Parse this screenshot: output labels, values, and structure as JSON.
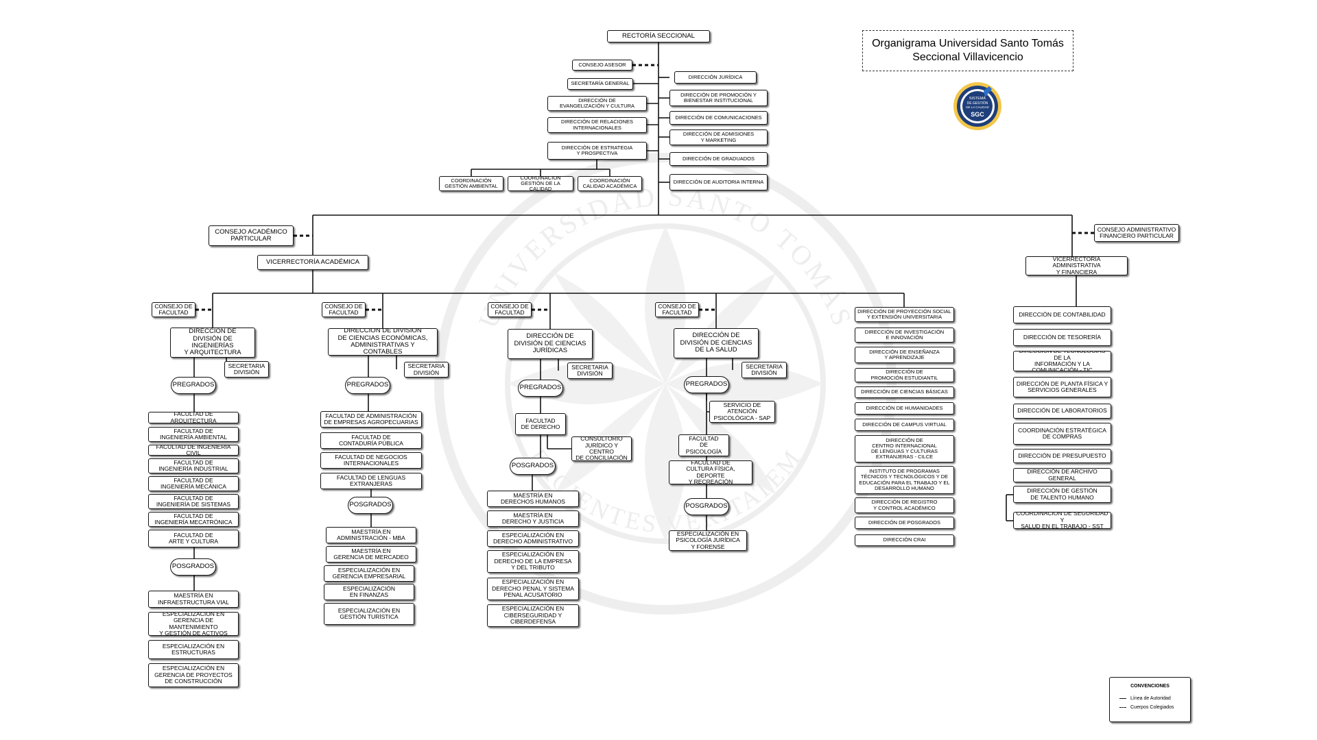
{
  "title": {
    "line1": "Organigrama Universidad Santo Tomás",
    "line2": "Seccional Villavicencio"
  },
  "seal": {
    "line1": "SISTEMA",
    "line2": "DE GESTIÓN",
    "line3": "DE LA CALIDAD",
    "acronym": "SGC",
    "color": "#1f3f7a"
  },
  "watermark": {
    "top_text": "UNIVERSIDAD SANTO TOMÁS",
    "bottom_text": "FACIENTES VERITATEM"
  },
  "legend": {
    "title": "CONVENCIONES",
    "authority": "Línea de Autoridad",
    "collegiate": "Cuerpos Colegiados"
  },
  "boxes": [
    {
      "id": "rectoria",
      "text": "RECTORÍA SECCIONAL",
      "icon": ""
    },
    {
      "id": "consejo-asesor",
      "text": "CONSEJO ASESOR"
    },
    {
      "id": "secretaria-general",
      "text": "SECRETARÍA GENERAL"
    },
    {
      "id": "dir-evangelizacion",
      "text": "DIRECCIÓN DE\nEVANGELIZACIÓN Y CULTURA"
    },
    {
      "id": "dir-relaciones",
      "text": "DIRECCIÓN DE RELACIONES\nINTERNACIONALES"
    },
    {
      "id": "dir-estrategia",
      "text": "DIRECCIÓN DE ESTRATEGIA\nY PROSPECTIVA"
    },
    {
      "id": "coord-ambiental",
      "text": "COORDINACIÓN\nGESTIÓN AMBIENTAL"
    },
    {
      "id": "coord-gestion-calidad",
      "text": "COORDINACIÓN\nGESTIÓN DE LA CALIDAD"
    },
    {
      "id": "coord-calidad-academica",
      "text": "COORDINACIÓN\nCALIDAD ACADÉMICA"
    },
    {
      "id": "dir-juridica",
      "text": "DIRECCIÓN JURÍDICA"
    },
    {
      "id": "dir-promocion-bienestar",
      "text": "DIRECCIÓN DE PROMOCIÓN Y\nBIENESTAR INSTITUCIONAL"
    },
    {
      "id": "dir-comunicaciones",
      "text": "DIRECCIÓN  DE COMUNICACIONES"
    },
    {
      "id": "dir-admisiones",
      "text": "DIRECCIÓN DE ADMISIONES\nY MARKETING"
    },
    {
      "id": "dir-graduados",
      "text": "DIRECCIÓN DE GRADUADOS"
    },
    {
      "id": "dir-auditoria",
      "text": "DIRECCIÓN DE AUDITORIA INTERNA"
    },
    {
      "id": "consejo-academico",
      "text": "CONSEJO ACADÉMICO\nPARTICULAR"
    },
    {
      "id": "consejo-administrativo",
      "text": "CONSEJO ADMINISTRATIVO\nFINANCIERO PARTICULAR"
    },
    {
      "id": "vice-academica",
      "text": "VICERRECTORÍA ACADÉMICA"
    },
    {
      "id": "vice-administrativa",
      "text": "VICERRECTORÍA ADMINISTRATIVA\nY FINANCIERA"
    },
    {
      "id": "cf-ing",
      "text": "CONSEJO DE\nFACULTAD"
    },
    {
      "id": "div-ing",
      "text": "DIRECCIÓN DE\nDIVISIÓN DE INGENIERÍAS\nY ARQUITECTURA"
    },
    {
      "id": "sec-ing",
      "text": "SECRETARIA\nDIVISIÓN"
    },
    {
      "id": "pre-ing",
      "text": "PREGRADOS"
    },
    {
      "id": "fac-arquitectura",
      "text": "FACULTAD DE ARQUITECTURA"
    },
    {
      "id": "fac-ing-ambiental",
      "text": "FACULTAD DE\nINGENIERÍA AMBIENTAL"
    },
    {
      "id": "fac-ing-civil",
      "text": "FACULTAD DE INGENIERÍA CIVIL"
    },
    {
      "id": "fac-ing-industrial",
      "text": "FACULTAD DE\nINGENIERÍA INDUSTRIAL"
    },
    {
      "id": "fac-ing-mecanica",
      "text": "FACULTAD DE\nINGENIERÍA MECÁNICA"
    },
    {
      "id": "fac-ing-sistemas",
      "text": "FACULTAD DE\nINGENIERÍA DE SISTEMAS"
    },
    {
      "id": "fac-ing-mecatronica",
      "text": "FACULTAD DE\nINGENIERÍA MECATRÓNICA"
    },
    {
      "id": "fac-arte",
      "text": "FACULTAD DE\nARTE Y CULTURA"
    },
    {
      "id": "pos-ing",
      "text": "POSGRADOS"
    },
    {
      "id": "mae-infraestructura",
      "text": "MAESTRÍA EN\nINFRAESTRUCTURA VIAL"
    },
    {
      "id": "esp-mantenimiento",
      "text": "ESPECIALIZACIÓN EN\nGERENCIA DE MANTENIMIENTO\nY GESTIÓN DE ACTIVOS"
    },
    {
      "id": "esp-estructuras",
      "text": "ESPECIALIZACIÓN EN\nESTRUCTURAS"
    },
    {
      "id": "esp-proyectos",
      "text": "ESPECIALIZACIÓN EN\nGERENCIA DE PROYECTOS\nDE CONSTRUCCIÓN"
    },
    {
      "id": "cf-eco",
      "text": "CONSEJO DE\nFACULTAD"
    },
    {
      "id": "div-eco",
      "text": "DIRECCIÓN DE DIVISIÓN\nDE CIENCIAS ECONÓMICAS,\nADMINISTRATIVAS Y CONTABLES"
    },
    {
      "id": "sec-eco",
      "text": "SECRETARIA\nDIVISIÓN"
    },
    {
      "id": "pre-eco",
      "text": "PREGRADOS"
    },
    {
      "id": "fac-agro",
      "text": "FACULTAD DE ADMINISTRACIÓN\nDE EMPRESAS AGROPECUARIAS"
    },
    {
      "id": "fac-contaduria",
      "text": "FACULTAD DE\nCONTADURÍA PÚBLICA"
    },
    {
      "id": "fac-negocios",
      "text": "FACULTAD DE NEGOCIOS\nINTERNACIONALES"
    },
    {
      "id": "fac-lenguas",
      "text": "FACULTAD DE LENGUAS\nEXTRANJERAS"
    },
    {
      "id": "pos-eco",
      "text": "POSGRADOS"
    },
    {
      "id": "mae-mba",
      "text": "MAESTRÍA EN\nADMINISTRACIÓN - MBA"
    },
    {
      "id": "mae-mercadeo",
      "text": "MAESTRÍA EN\nGERENCIA DE MERCADEO"
    },
    {
      "id": "esp-empresarial",
      "text": "ESPECIALIZACIÓN EN\nGERENCIA EMPRESARIAL"
    },
    {
      "id": "esp-finanzas",
      "text": "ESPECIALIZACIÓN\nEN FINANZAS"
    },
    {
      "id": "esp-turistica",
      "text": "ESPECIALIZACIÓN EN\nGESTIÓN TURÍSTICA"
    },
    {
      "id": "cf-jur",
      "text": "CONSEJO DE\nFACULTAD"
    },
    {
      "id": "div-jur",
      "text": "DIRECCIÓN DE\nDIVISIÓN DE CIENCIAS\nJURÍDICAS"
    },
    {
      "id": "sec-jur",
      "text": "SECRETARIA\nDIVISIÓN"
    },
    {
      "id": "pre-jur",
      "text": "PREGRADOS"
    },
    {
      "id": "fac-derecho",
      "text": "FACULTAD\nDE DERECHO"
    },
    {
      "id": "consultorio",
      "text": "CONSULTORIO\nJURÍDICO Y CENTRO\nDE CONCILIACIÓN"
    },
    {
      "id": "pos-jur",
      "text": "POSGRADOS"
    },
    {
      "id": "mae-ddhh",
      "text": "MAESTRÍA EN\nDERECHOS HUMANOS"
    },
    {
      "id": "mae-justicia",
      "text": "MAESTRÍA EN\nDERECHO Y JUSTICIA"
    },
    {
      "id": "esp-administrativo",
      "text": "ESPECIALIZACIÓN EN\nDERECHO ADMINISTRATIVO"
    },
    {
      "id": "esp-empresa-tributo",
      "text": "ESPECIALIZACIÓN EN\nDERECHO DE LA EMPRESA\nY DEL TRIBUTO"
    },
    {
      "id": "esp-penal",
      "text": "ESPECIALIZACIÓN EN\nDERECHO PENAL Y SISTEMA\nPENAL ACUSATORIO"
    },
    {
      "id": "esp-ciberseguridad",
      "text": "ESPECIALIZACIÓN EN\nCIBERSEGURIDAD Y\nCIBERDEFENSA"
    },
    {
      "id": "cf-sal",
      "text": "CONSEJO DE\nFACULTAD"
    },
    {
      "id": "div-sal",
      "text": "DIRECCIÓN DE\nDIVISIÓN DE CIENCIAS\nDE LA SALUD"
    },
    {
      "id": "sec-sal",
      "text": "SECRETARIA\nDIVISIÓN"
    },
    {
      "id": "pre-sal",
      "text": "PREGRADOS"
    },
    {
      "id": "sap",
      "text": "SERVICIO DE\nATENCIÓN\nPSICOLÓGICA - SAP"
    },
    {
      "id": "fac-psicologia",
      "text": "FACULTAD\nDE\nPSICOLOGÍA"
    },
    {
      "id": "fac-cultura-fisica",
      "text": "FACULTAD DE\nCULTURA FÍSICA, DEPORTE\nY RECREACIÓN"
    },
    {
      "id": "pos-sal",
      "text": "POSGRADOS"
    },
    {
      "id": "esp-psico-juridica",
      "text": "ESPECIALIZACIÓN EN\nPSICOLOGÍA JURÍDICA\nY FORENSE"
    },
    {
      "id": "dir-proyeccion",
      "text": "DIRECCIÓN DE PROYECCIÓN SOCIAL\nY EXTENSIÓN UNIVERSITARIA"
    },
    {
      "id": "dir-investigacion",
      "text": "DIRECCIÓN DE INVESTIGACIÓN\nE INNOVACIÓN"
    },
    {
      "id": "dir-ensenanza",
      "text": "DIRECCIÓN DE ENSEÑANZA\nY APRENDIZAJE"
    },
    {
      "id": "dir-promocion-estudiantil",
      "text": "DIRECCIÓN DE\nPROMOCIÓN ESTUDIANTIL"
    },
    {
      "id": "dir-basicas",
      "text": "DIRECCIÓN DE CIENCIAS BÁSICAS"
    },
    {
      "id": "dir-humanidades",
      "text": "DIRECCIÓN DE HUMANIDADES"
    },
    {
      "id": "dir-campus-virtual",
      "text": "DIRECCIÓN DE CAMPUS VIRTUAL"
    },
    {
      "id": "dir-cilce",
      "text": "DIRECCIÓN DE\nCENTRO INTERNACIONAL\nDE LENGUAS Y CULTURAS\nEXTRANJERAS - CILCE"
    },
    {
      "id": "instituto",
      "text": "INSTITUTO DE PROGRAMAS\nTÉCNICOS Y TECNOLÓGICOS Y DE\nEDUCACIÓN PARA EL TRABAJO Y EL\nDESARROLLO HUMANO"
    },
    {
      "id": "dir-registro",
      "text": "DIRECCIÓN DE REGISTRO\nY CONTROL ACADÉMICO"
    },
    {
      "id": "dir-posgrados",
      "text": "DIRECCIÓN DE POSGRADOS"
    },
    {
      "id": "dir-crai",
      "text": "DIRECCIÓN CRAI"
    },
    {
      "id": "dir-contabilidad",
      "text": "DIRECCIÓN DE CONTABILIDAD"
    },
    {
      "id": "dir-tesoreria",
      "text": "DIRECCIÓN DE TESORERÍA"
    },
    {
      "id": "dir-tic",
      "text": "DIRECCIÓN DE TECNOLOGÍAS DE LA\nINFORMACIÓN Y LA COMUNICACIÓN - TIC"
    },
    {
      "id": "dir-planta",
      "text": "DIRECCIÓN DE PLANTA FÍSICA Y\nSERVICIOS GENERALES"
    },
    {
      "id": "dir-laboratorios",
      "text": "DIRECCIÓN DE LABORATORIOS"
    },
    {
      "id": "coord-compras",
      "text": "COORDINACIÓN ESTRATÉGICA\nDE COMPRAS"
    },
    {
      "id": "dir-presupuesto",
      "text": "DIRECCIÓN DE PRESUPUESTO"
    },
    {
      "id": "dir-archivo",
      "text": "DIRECCIÓN DE ARCHIVO GENERAL"
    },
    {
      "id": "dir-talento",
      "text": "DIRECCIÓN DE GESTIÓN\nDE TALENTO HUMANO"
    },
    {
      "id": "coord-sst",
      "text": "COORDINACIÓN DE SEGURIDAD Y\nSALUD EN EL TRABAJO - SST"
    }
  ]
}
